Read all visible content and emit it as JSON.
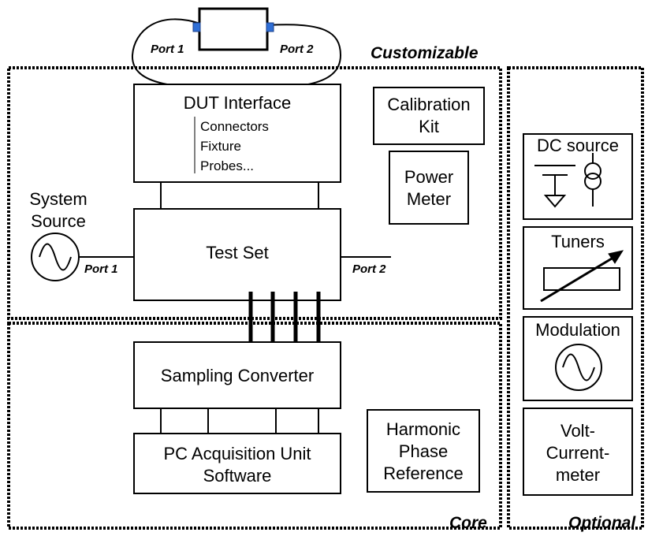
{
  "regions": {
    "customizable": "Customizable",
    "core": "Core",
    "optional": "Optional"
  },
  "dut": {
    "port1": "Port 1",
    "port2": "Port 2"
  },
  "blocks": {
    "dut_interface": "DUT Interface",
    "dut_items": [
      "Connectors",
      "Fixture",
      "Probes..."
    ],
    "calibration_kit": [
      "Calibration",
      "Kit"
    ],
    "power_meter": [
      "Power",
      "Meter"
    ],
    "system_source": [
      "System",
      "Source"
    ],
    "test_set": "Test Set",
    "test_set_port1": "Port 1",
    "test_set_port2": "Port 2",
    "sampling_converter": "Sampling Converter",
    "pc_acquisition": [
      "PC Acquisition Unit",
      "Software"
    ],
    "harmonic_phase_reference": [
      "Harmonic",
      "Phase",
      "Reference"
    ]
  },
  "optional_blocks": {
    "dc_source": "DC source",
    "tuners": "Tuners",
    "modulation": "Modulation",
    "volt_current_meter": [
      "Volt-",
      "Current-",
      "meter"
    ]
  }
}
